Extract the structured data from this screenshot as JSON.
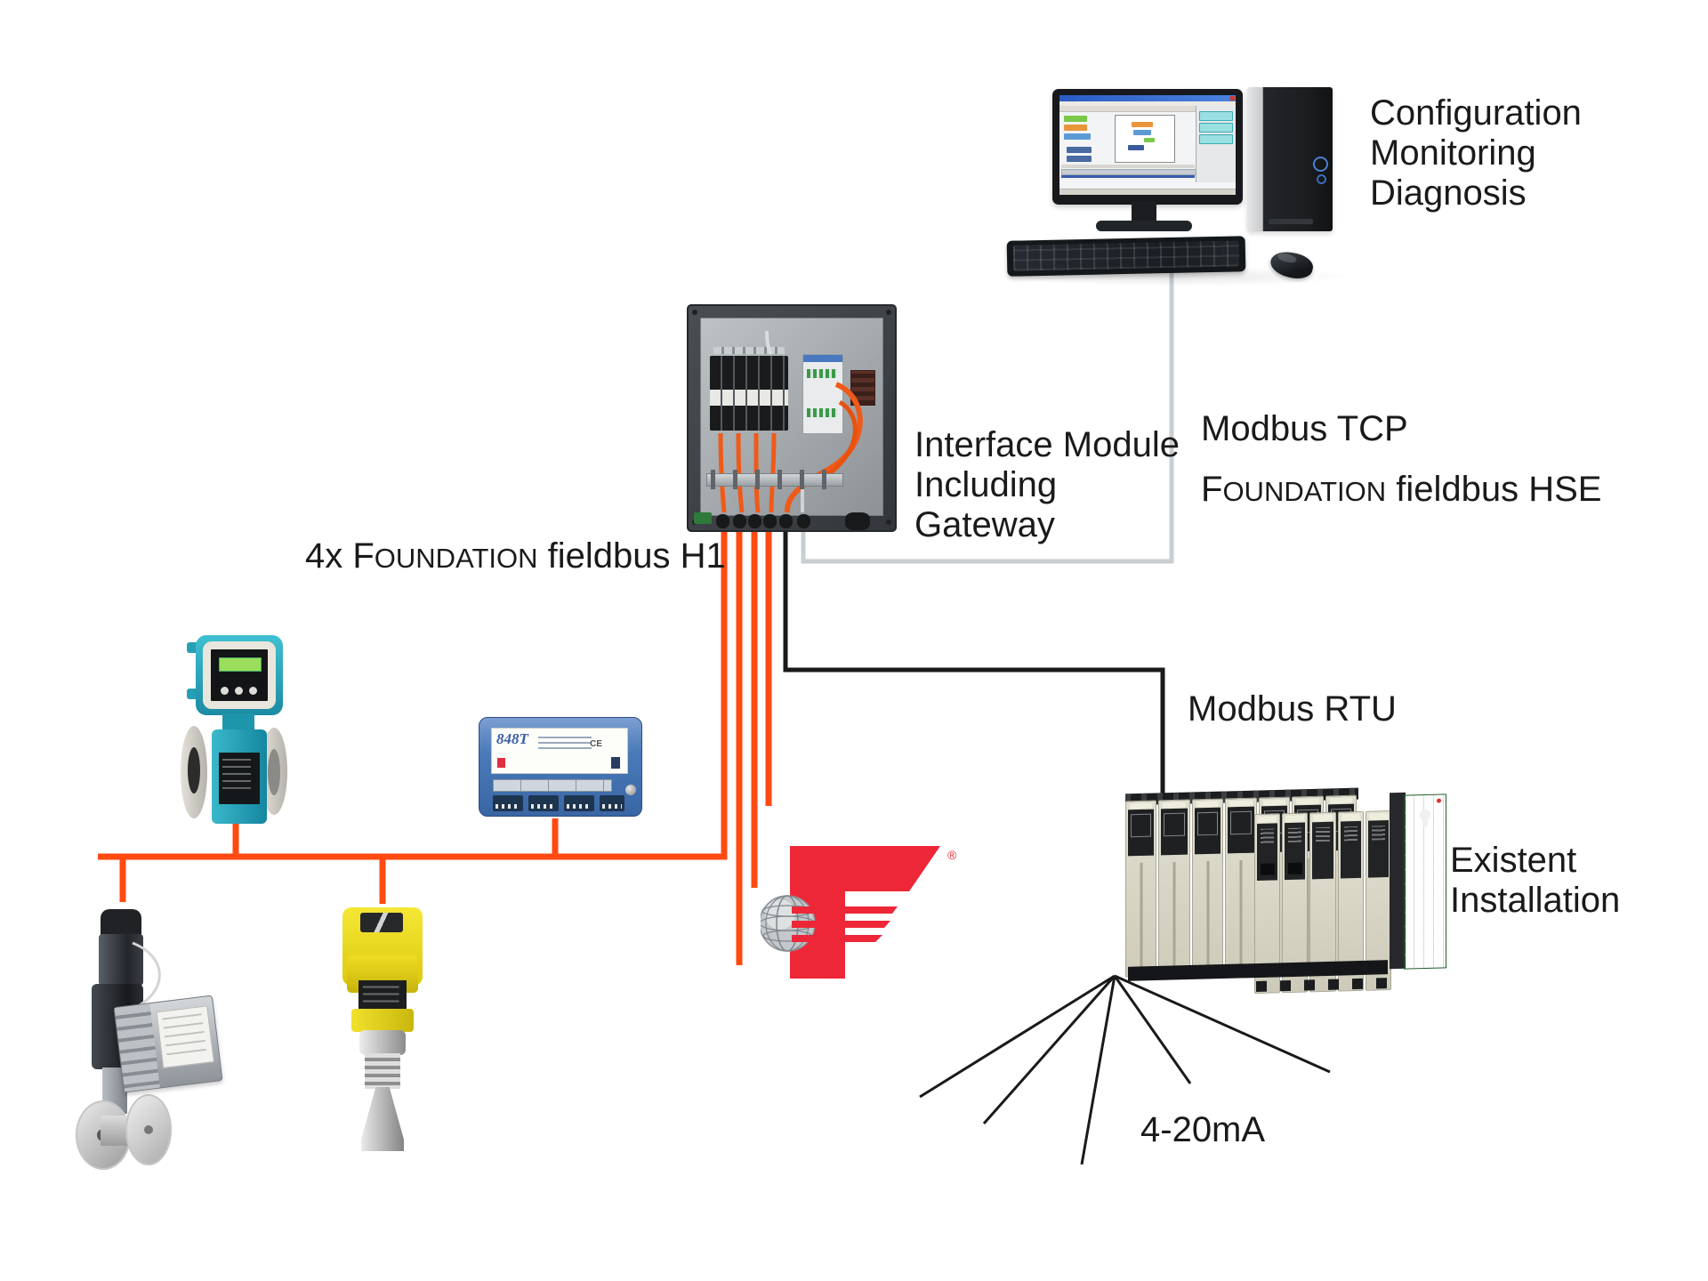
{
  "labels": {
    "config": {
      "line1": "Configuration",
      "line2": "Monitoring",
      "line3": "Diagnosis"
    },
    "interface": {
      "line1": "Interface Module",
      "line2": "Including",
      "line3": "Gateway"
    },
    "modbus_tcp": "Modbus TCP",
    "hse": {
      "cap": "F",
      "small": "OUNDATION",
      "rest": " fieldbus HSE"
    },
    "h1": {
      "pre": "4x ",
      "cap": "F",
      "small": "OUNDATION",
      "rest": " fieldbus H1"
    },
    "modbus_rtu": "Modbus RTU",
    "existent": {
      "line1": "Existent",
      "line2": "Installation"
    },
    "analog": "4-20mA",
    "registered": "®"
  },
  "devices": {
    "transmitter": {
      "model": "848T",
      "ce_mark": "CE"
    }
  },
  "colors": {
    "fieldbus_h1_orange": "#ff4a12",
    "modbus_rtu_black": "#1a1a1a",
    "modbus_tcp_gray": "#c9ced2",
    "logo_red": "#ee2738",
    "flowmeter_teal": "#2fb3c6",
    "transmitter_blue": "#4a7ab8",
    "level_sensor_yellow": "#f0dd1e",
    "text_black": "#1a1a1a"
  }
}
